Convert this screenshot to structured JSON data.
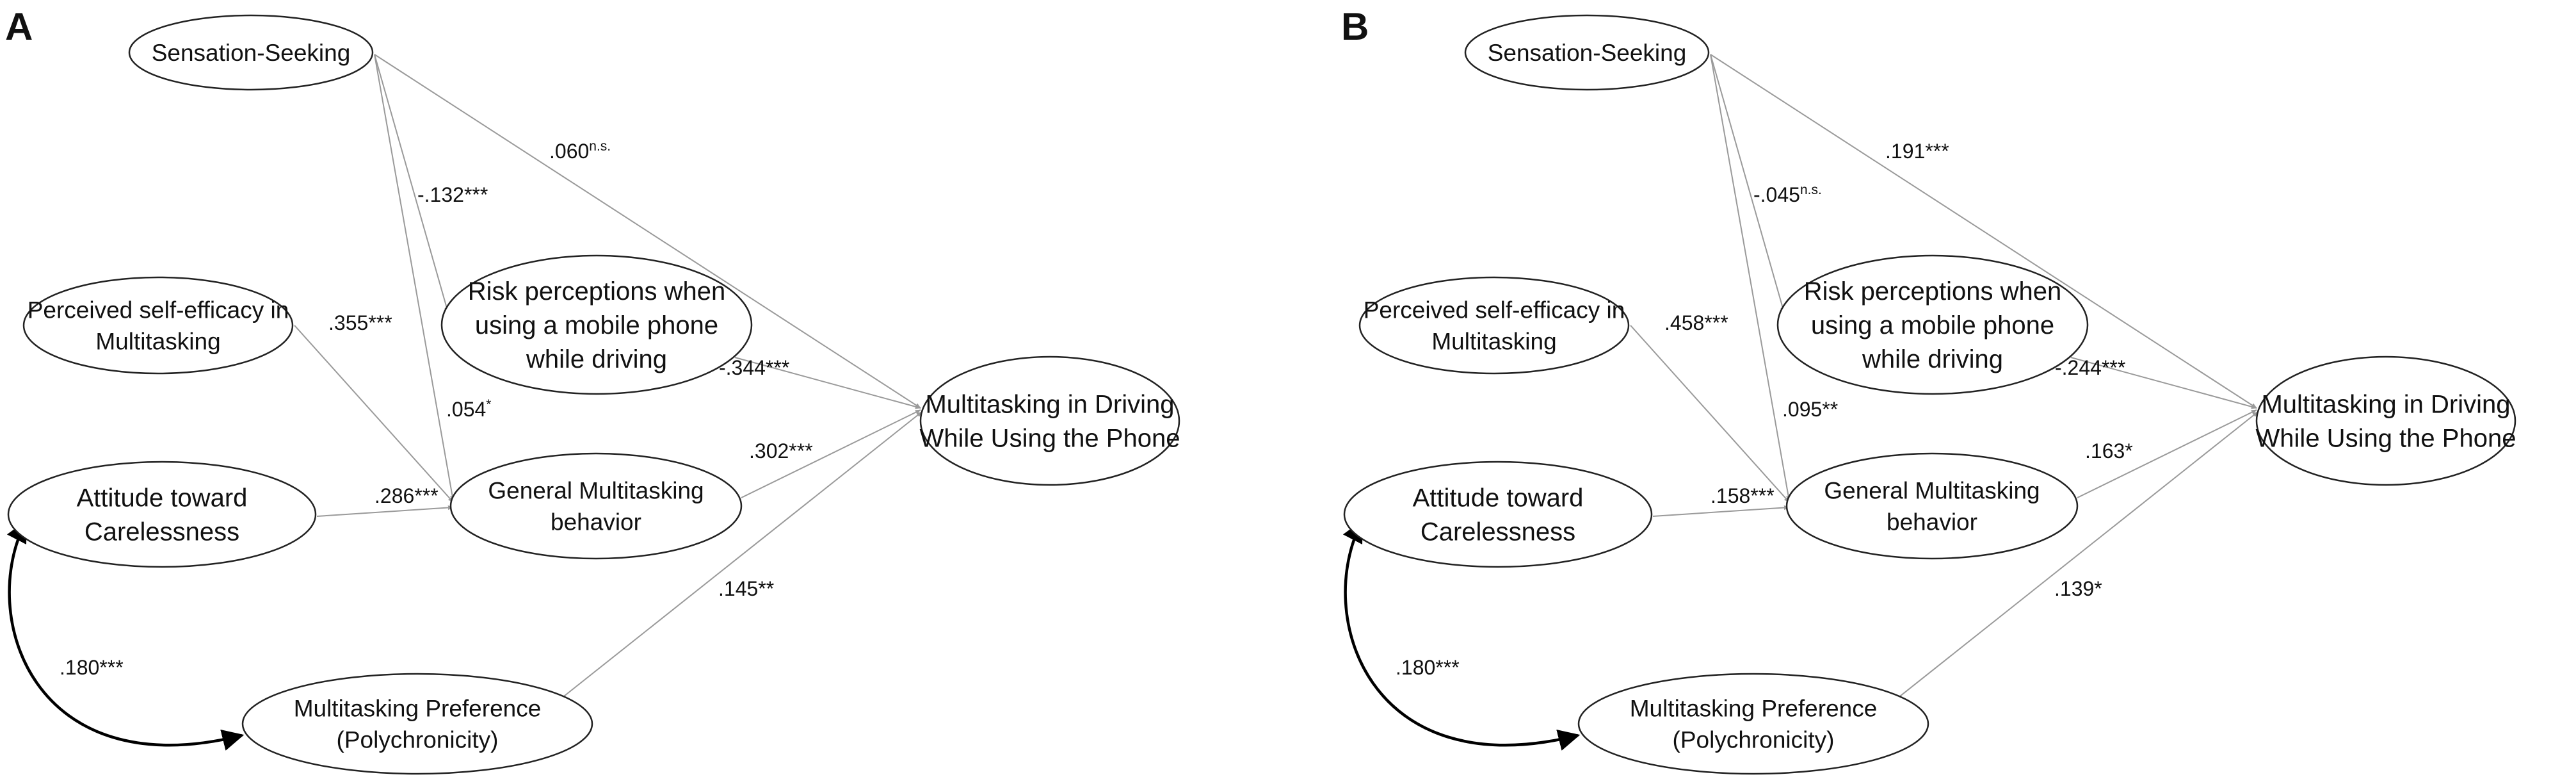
{
  "panels": [
    {
      "label": "A",
      "nodes": {
        "sensation_seeking": [
          "Sensation-Seeking"
        ],
        "self_efficacy": [
          "Perceived self-efficacy in",
          "Multitasking"
        ],
        "risk_perceptions": [
          "Risk perceptions when",
          "using a mobile phone",
          "while driving"
        ],
        "attitude": [
          "Attitude toward",
          "Carelessness"
        ],
        "general_multitasking": [
          "General Multitasking",
          "behavior"
        ],
        "multitasking_driving": [
          "Multitasking in Driving",
          "While Using the Phone"
        ],
        "polychronicity": [
          "Multitasking Preference",
          "(Polychronicity)"
        ]
      },
      "coefficients": {
        "ss_to_mtd": {
          "value": ".060",
          "sig": "n.s."
        },
        "ss_to_gm": {
          "value": "-.132",
          "sig": "***"
        },
        "se_to_gm": {
          "value": ".355",
          "sig": "***"
        },
        "rp_to_mtd": {
          "value": "-.344",
          "sig": "***"
        },
        "rp_to_gm": {
          "value": ".054",
          "sig": "*"
        },
        "att_to_gm": {
          "value": ".286",
          "sig": "***"
        },
        "gm_to_mtd": {
          "value": ".302",
          "sig": "***"
        },
        "poly_to_mtd": {
          "value": ".145",
          "sig": "**"
        },
        "att_poly_corr": {
          "value": ".180",
          "sig": "***"
        }
      }
    },
    {
      "label": "B",
      "nodes": {
        "sensation_seeking": [
          "Sensation-Seeking"
        ],
        "self_efficacy": [
          "Perceived self-efficacy in",
          "Multitasking"
        ],
        "risk_perceptions": [
          "Risk perceptions when",
          "using a mobile phone",
          "while driving"
        ],
        "attitude": [
          "Attitude toward",
          "Carelessness"
        ],
        "general_multitasking": [
          "General Multitasking",
          "behavior"
        ],
        "multitasking_driving": [
          "Multitasking in Driving",
          "While Using the Phone"
        ],
        "polychronicity": [
          "Multitasking Preference",
          "(Polychronicity)"
        ]
      },
      "coefficients": {
        "ss_to_mtd": {
          "value": ".191",
          "sig": "***"
        },
        "ss_to_gm": {
          "value": "-.045",
          "sig": "n.s."
        },
        "se_to_gm": {
          "value": ".458",
          "sig": "***"
        },
        "rp_to_mtd": {
          "value": "-.244",
          "sig": "***"
        },
        "rp_to_gm": {
          "value": ".095",
          "sig": "**"
        },
        "att_to_gm": {
          "value": ".158",
          "sig": "***"
        },
        "gm_to_mtd": {
          "value": ".163",
          "sig": "*"
        },
        "poly_to_mtd": {
          "value": ".139",
          "sig": "*"
        },
        "att_poly_corr": {
          "value": ".180",
          "sig": "***"
        }
      }
    }
  ],
  "colors": {
    "node_stroke": "#222222",
    "path_line": "#9a9a9a",
    "correlation_line": "#000000",
    "text": "#111111"
  }
}
